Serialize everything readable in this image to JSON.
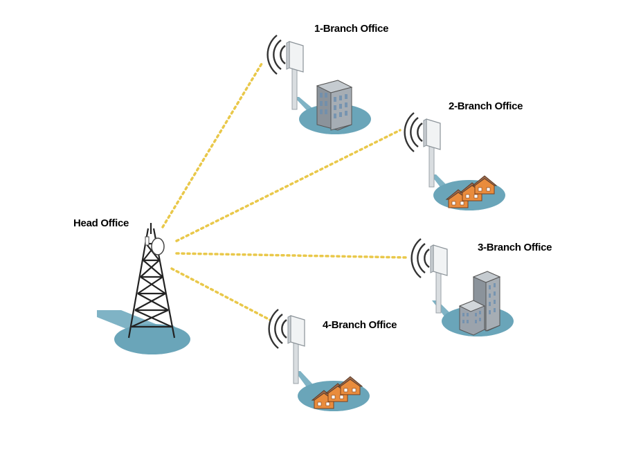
{
  "diagram": {
    "head_office": {
      "label": "Head Office",
      "icon": "radio-tower-icon"
    },
    "branches": [
      {
        "label": "1-Branch Office",
        "icon": "office-tower-icon"
      },
      {
        "label": "2-Branch Office",
        "icon": "houses-icon"
      },
      {
        "label": "3-Branch Office",
        "icon": "high-rise-buildings-icon"
      },
      {
        "label": "4-Branch Office",
        "icon": "houses-icon"
      }
    ],
    "colors": {
      "link": "#e9c84a",
      "ground": "#6aa5b9",
      "ground_shadow": "#7fb3c5",
      "text": "#000000",
      "tower": "#222222",
      "building": "#9ba3ac",
      "house_roof": "#9c6a4d",
      "house_wall": "#e98c3d"
    }
  }
}
